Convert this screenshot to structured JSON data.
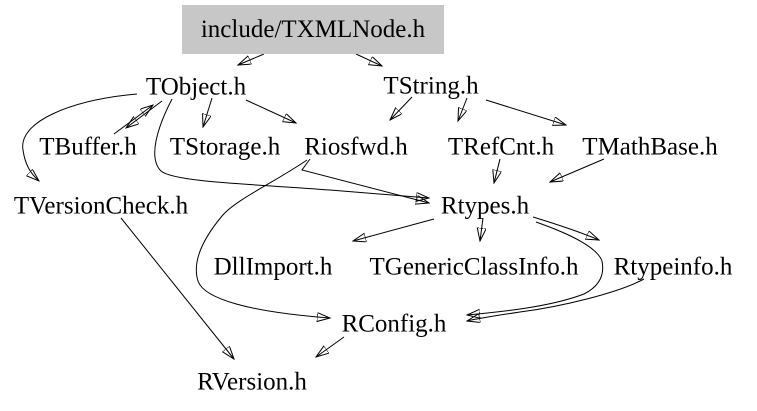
{
  "graph": {
    "type": "include-dependency-graph",
    "root_file": "include/TXMLNode.h",
    "colors": {
      "root_node_fill": "#c7c7c7",
      "edge": "#000000",
      "text": "#000000",
      "background": "#ffffff"
    },
    "nodes": [
      {
        "id": "txmlnode",
        "label": "include/TXMLNode.h"
      },
      {
        "id": "tobject",
        "label": "TObject.h"
      },
      {
        "id": "tstring",
        "label": "TString.h"
      },
      {
        "id": "tbuffer",
        "label": "TBuffer.h"
      },
      {
        "id": "tstorage",
        "label": "TStorage.h"
      },
      {
        "id": "riosfwd",
        "label": "Riosfwd.h"
      },
      {
        "id": "trefcnt",
        "label": "TRefCnt.h"
      },
      {
        "id": "tmathbase",
        "label": "TMathBase.h"
      },
      {
        "id": "tversioncheck",
        "label": "TVersionCheck.h"
      },
      {
        "id": "rtypes",
        "label": "Rtypes.h"
      },
      {
        "id": "dllimport",
        "label": "DllImport.h"
      },
      {
        "id": "tgenericclassinfo",
        "label": "TGenericClassInfo.h"
      },
      {
        "id": "rtypeinfo",
        "label": "Rtypeinfo.h"
      },
      {
        "id": "rconfig",
        "label": "RConfig.h"
      },
      {
        "id": "rversion",
        "label": "RVersion.h"
      }
    ],
    "edges": [
      {
        "from": "include/TXMLNode.h",
        "to": "TObject.h"
      },
      {
        "from": "include/TXMLNode.h",
        "to": "TString.h"
      },
      {
        "from": "TBuffer.h",
        "to": "TObject.h"
      },
      {
        "from": "TObject.h",
        "to": "TBuffer.h"
      },
      {
        "from": "TObject.h",
        "to": "TStorage.h"
      },
      {
        "from": "TObject.h",
        "to": "Riosfwd.h"
      },
      {
        "from": "TObject.h",
        "to": "TVersionCheck.h"
      },
      {
        "from": "TObject.h",
        "to": "Rtypes.h"
      },
      {
        "from": "TString.h",
        "to": "Riosfwd.h"
      },
      {
        "from": "TString.h",
        "to": "TRefCnt.h"
      },
      {
        "from": "TString.h",
        "to": "TMathBase.h"
      },
      {
        "from": "TRefCnt.h",
        "to": "Rtypes.h"
      },
      {
        "from": "TMathBase.h",
        "to": "Rtypes.h"
      },
      {
        "from": "Riosfwd.h",
        "to": "Rtypes.h"
      },
      {
        "from": "Riosfwd.h",
        "to": "RConfig.h"
      },
      {
        "from": "Rtypes.h",
        "to": "DllImport.h"
      },
      {
        "from": "Rtypes.h",
        "to": "TGenericClassInfo.h"
      },
      {
        "from": "Rtypes.h",
        "to": "Rtypeinfo.h"
      },
      {
        "from": "Rtypes.h",
        "to": "RConfig.h"
      },
      {
        "from": "Rtypeinfo.h",
        "to": "RConfig.h"
      },
      {
        "from": "TVersionCheck.h",
        "to": "RVersion.h"
      },
      {
        "from": "RConfig.h",
        "to": "RVersion.h"
      }
    ]
  }
}
